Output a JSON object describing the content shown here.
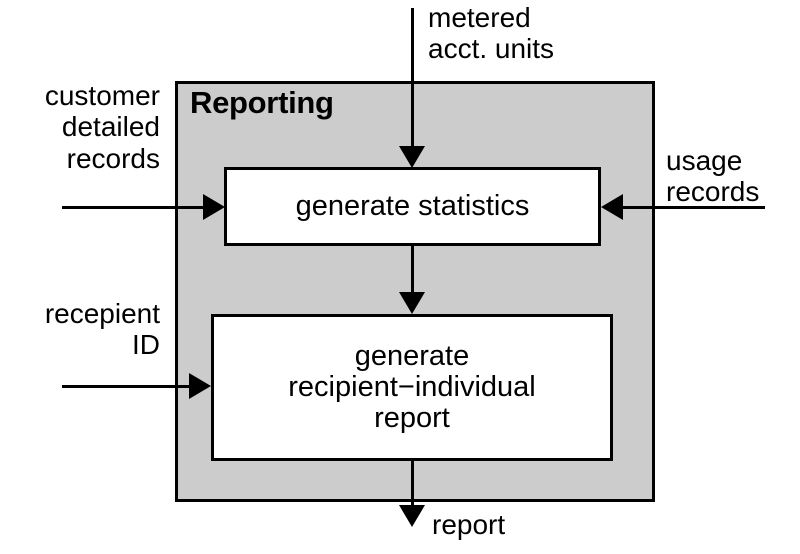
{
  "diagram": {
    "type": "data-flow-diagram",
    "colors": {
      "system_fill": "#cccccc",
      "process_fill": "#ffffff",
      "stroke": "#000000",
      "background": "#ffffff"
    },
    "system": {
      "title": "Reporting"
    },
    "processes": [
      {
        "id": "generate-statistics",
        "label": "generate statistics"
      },
      {
        "id": "generate-recipient-individual-report",
        "label": "generate\nrecipient−individual\nreport"
      }
    ],
    "external_flows": [
      {
        "id": "metered-acct-units",
        "label": "metered\nacct. units",
        "direction": "in",
        "edge": "top",
        "target": "generate-statistics"
      },
      {
        "id": "customer-detailed-records",
        "label": "customer\ndetailed\nrecords",
        "direction": "in",
        "edge": "left",
        "target": "generate-statistics"
      },
      {
        "id": "usage-records",
        "label": "usage\nrecords",
        "direction": "in",
        "edge": "right",
        "target": "generate-statistics"
      },
      {
        "id": "recepient-id",
        "label": "recepient\nID",
        "direction": "in",
        "edge": "left",
        "target": "generate-recipient-individual-report"
      },
      {
        "id": "report",
        "label": "report",
        "direction": "out",
        "edge": "bottom",
        "source": "generate-recipient-individual-report"
      }
    ],
    "internal_flows": [
      {
        "id": "stats-to-report",
        "from": "generate-statistics",
        "to": "generate-recipient-individual-report"
      }
    ]
  }
}
